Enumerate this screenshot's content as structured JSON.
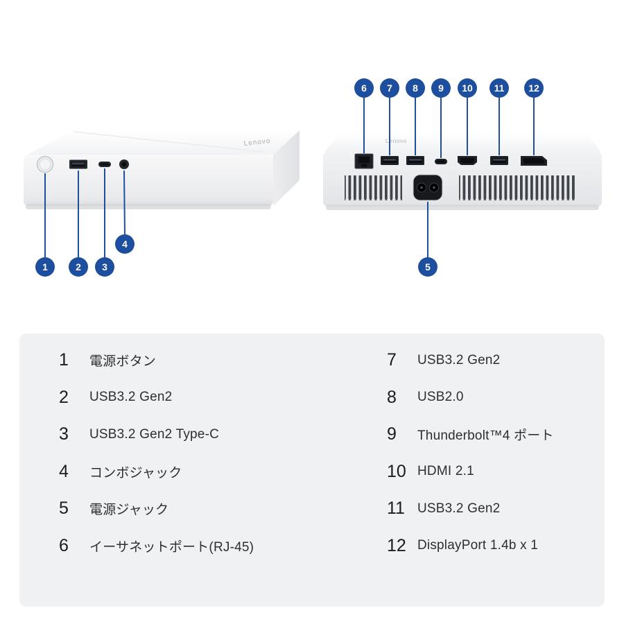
{
  "brand": "Lenovo",
  "colors": {
    "accent_blue": "#1d4f9e",
    "panel_gray": "#f0f1f3"
  },
  "callouts": [
    "1",
    "2",
    "3",
    "4",
    "5",
    "6",
    "7",
    "8",
    "9",
    "10",
    "11",
    "12"
  ],
  "legend": {
    "left": [
      {
        "num": "1",
        "label": "電源ボタン"
      },
      {
        "num": "2",
        "label": "USB3.2 Gen2"
      },
      {
        "num": "3",
        "label": "USB3.2 Gen2 Type-C"
      },
      {
        "num": "4",
        "label": "コンボジャック"
      },
      {
        "num": "5",
        "label": "電源ジャック"
      },
      {
        "num": "6",
        "label": "イーサネットポート(RJ-45)"
      }
    ],
    "right": [
      {
        "num": "7",
        "label": "USB3.2 Gen2"
      },
      {
        "num": "8",
        "label": "USB2.0"
      },
      {
        "num": "9",
        "label": "Thunderbolt™4 ポート"
      },
      {
        "num": "10",
        "label": "HDMI 2.1"
      },
      {
        "num": "11",
        "label": "USB3.2 Gen2"
      },
      {
        "num": "12",
        "label": "DisplayPort 1.4b x 1"
      }
    ]
  }
}
